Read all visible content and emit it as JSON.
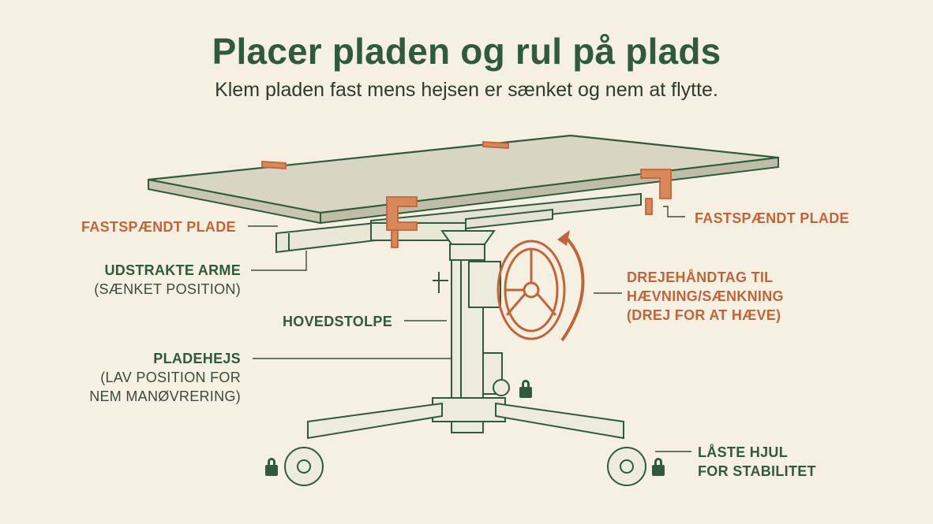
{
  "header": {
    "title": "Placer pladen og rul på plads",
    "subtitle": "Klem pladen fast mens hejsen er sænket og nem at flytte."
  },
  "labels": {
    "clamped_left": "FASTSPÆNDT PLADE",
    "clamped_right": "FASTSPÆNDT PLADE",
    "arms_main": "UDSTRAKTE ARME",
    "arms_sub": "(SÆNKET POSITION)",
    "post": "HOVEDSTOLPE",
    "lift_main": "PLADEHEJS",
    "lift_sub_1": "(LAV POSITION FOR",
    "lift_sub_2": "NEM MANØVRERING)",
    "crank_1": "DREJEHÅNDTAG TIL",
    "crank_2": "HÆVNING/SÆNKNING",
    "crank_3": "(DREJ FOR AT HÆVE)",
    "wheels_1": "LÅSTE HJUL",
    "wheels_2": "FOR STABILITET"
  },
  "colors": {
    "background": "#f6f0e3",
    "outline": "#2f5a3c",
    "accent": "#c0653a",
    "panel": "#d8d6c2"
  }
}
